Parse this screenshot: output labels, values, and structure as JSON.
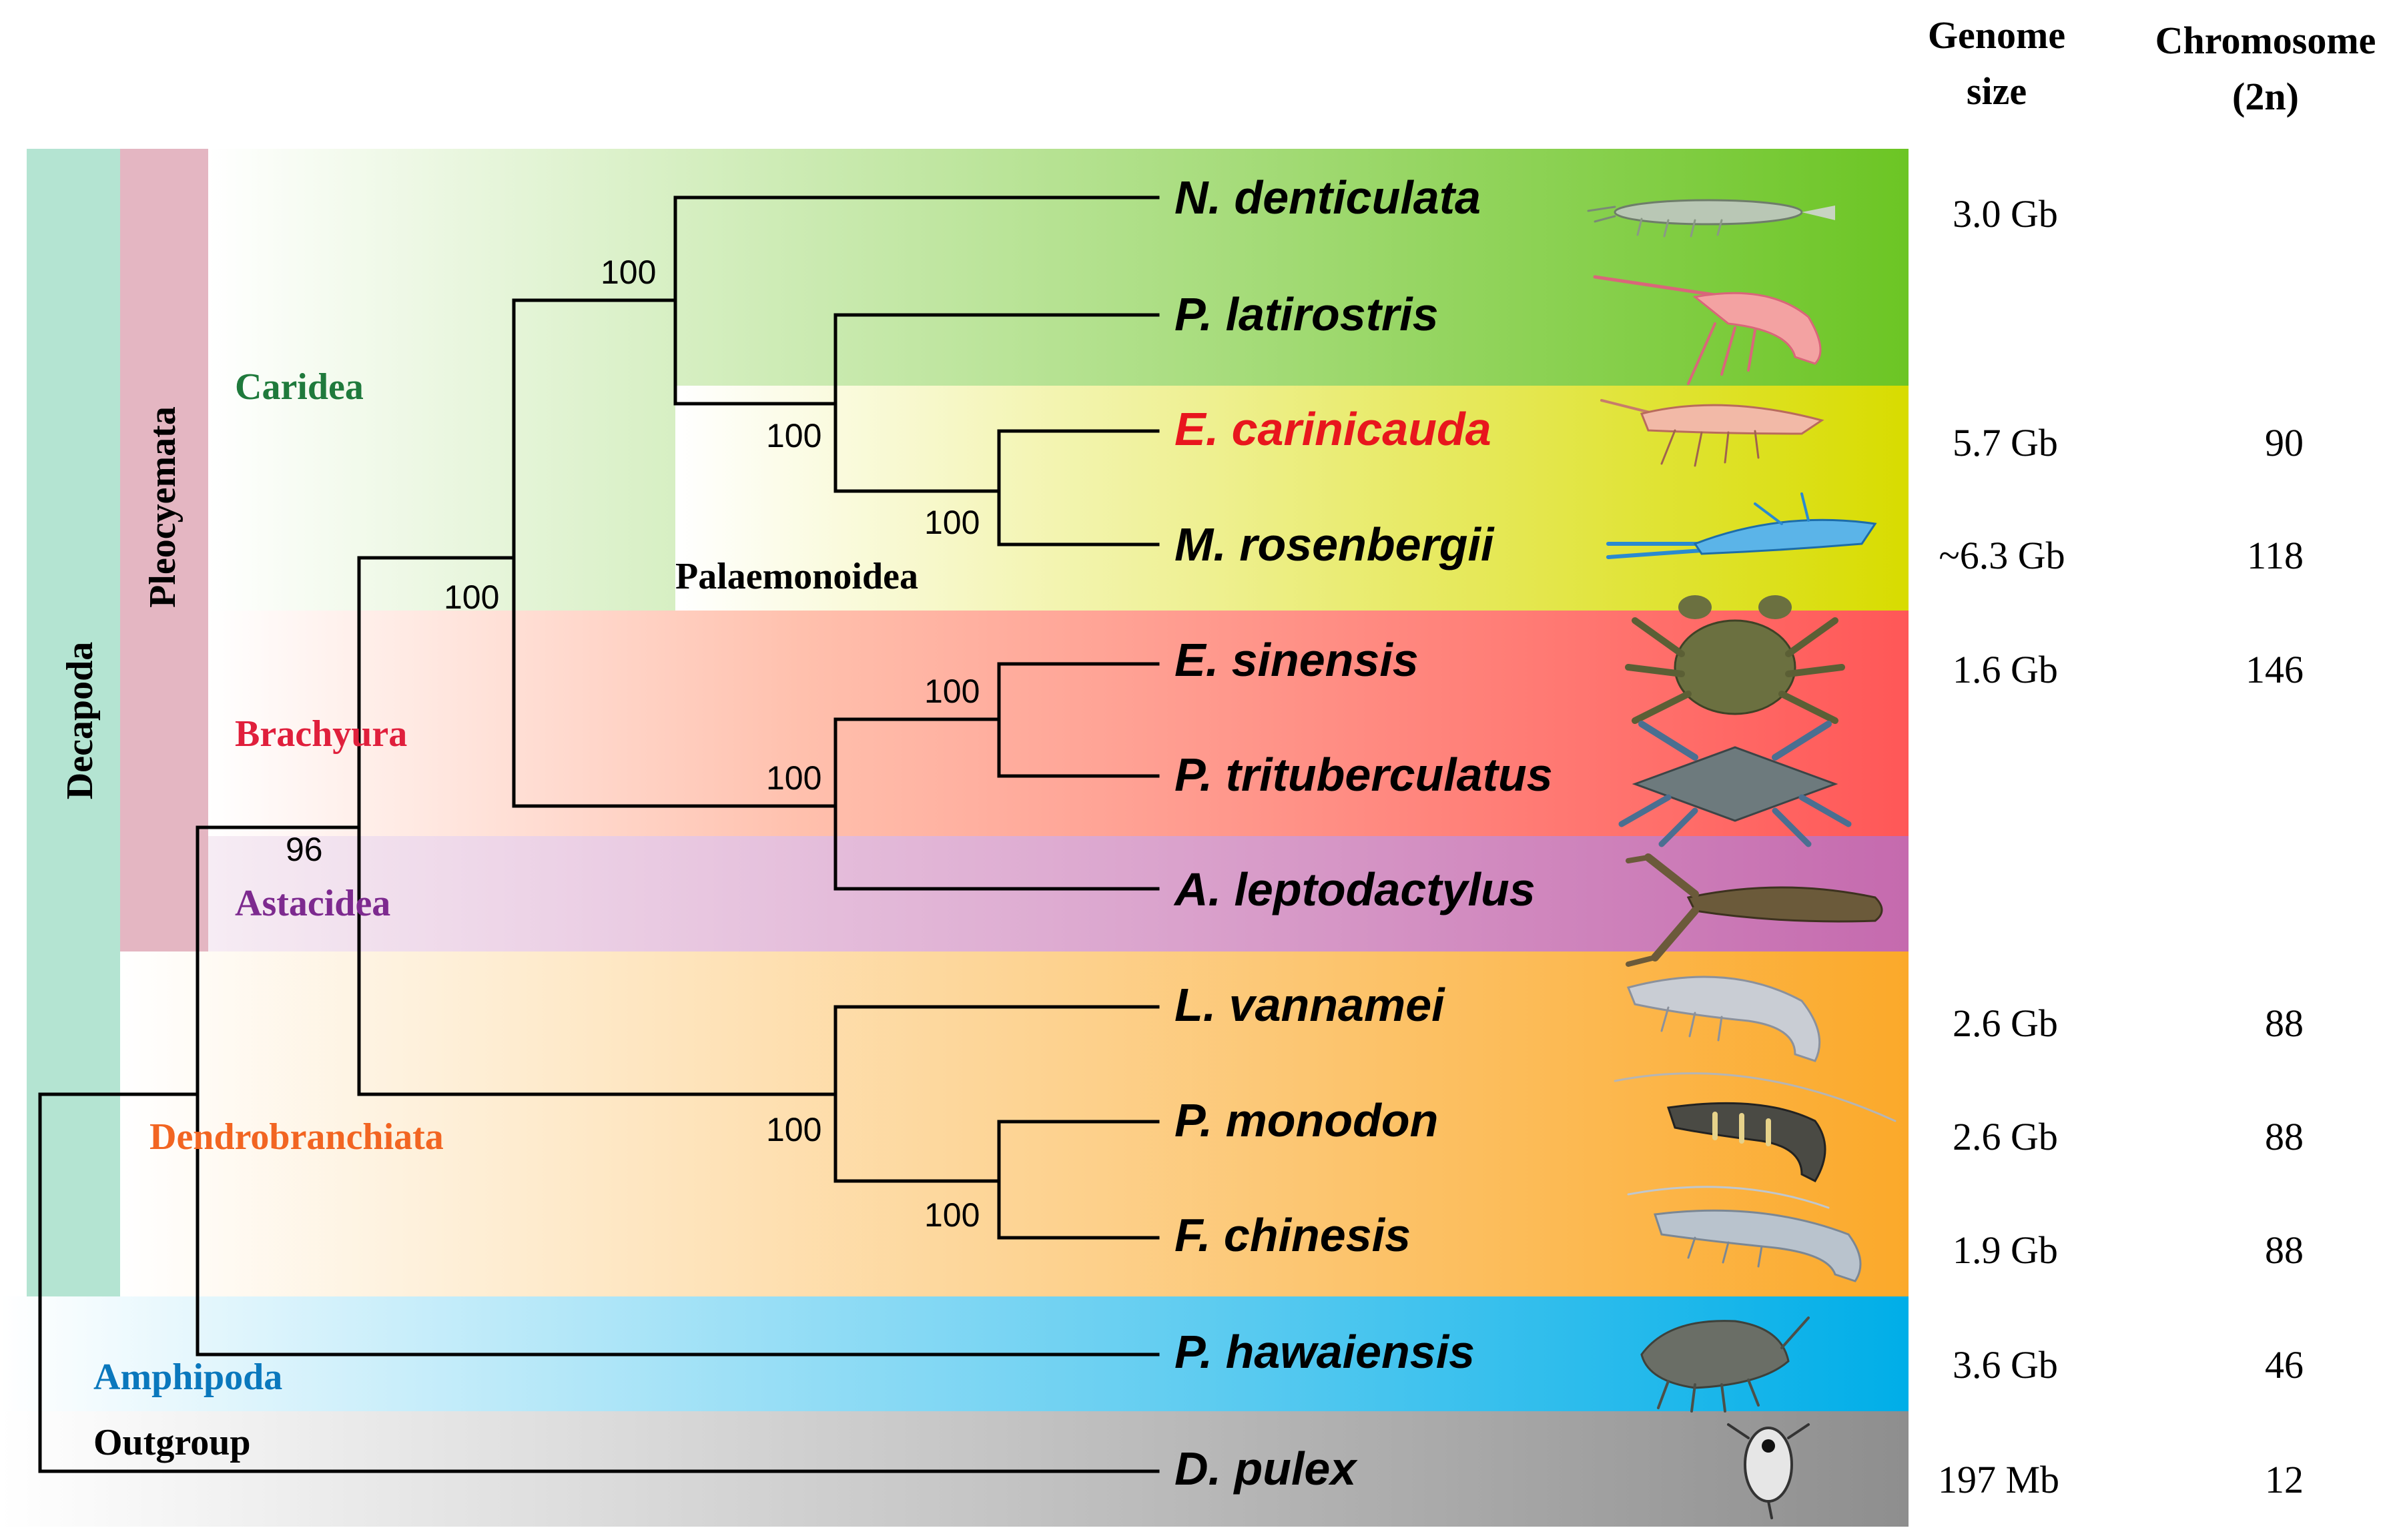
{
  "headers": {
    "genome_size": [
      "Genome",
      "size"
    ],
    "chromosome": [
      "Chromosome",
      "(2n)"
    ]
  },
  "clades": {
    "decapoda": "Decapoda",
    "pleocyemata": "Pleocyemata",
    "caridea": "Caridea",
    "palaemonoidea": "Palaemonoidea",
    "brachyura": "Brachyura",
    "astacidea": "Astacidea",
    "dendrobranchiata": "Dendrobranchiata",
    "amphipoda": "Amphipoda",
    "outgroup": "Outgroup"
  },
  "clade_colors": {
    "caridea": "#7ac943",
    "palaemonoidea": "#d9e021",
    "brachyura": "#ff5b5b",
    "astacidea": "#c86fb0",
    "dendrobranchiata": "#fbad2f",
    "amphipoda": "#00aee8",
    "outgroup": "#9d9d9d",
    "decapoda": "#b4e4d2",
    "pleocyemata": "#e4b6c2"
  },
  "species": [
    {
      "name": "N. denticulata",
      "genome": "3.0 Gb",
      "chromosome": "",
      "highlight": false,
      "icon": "shrimp-icon"
    },
    {
      "name": "P. latirostris",
      "genome": "",
      "chromosome": "",
      "highlight": false,
      "icon": "shrimp-icon"
    },
    {
      "name": "E. carinicauda",
      "genome": "5.7 Gb",
      "chromosome": "90",
      "highlight": true,
      "icon": "shrimp-icon"
    },
    {
      "name": "M. rosenbergii",
      "genome": "~6.3 Gb",
      "chromosome": "118",
      "highlight": false,
      "icon": "prawn-icon"
    },
    {
      "name": "E. sinensis",
      "genome": "1.6 Gb",
      "chromosome": "146",
      "highlight": false,
      "icon": "crab-icon"
    },
    {
      "name": "P. trituberculatus",
      "genome": "",
      "chromosome": "",
      "highlight": false,
      "icon": "crab-icon"
    },
    {
      "name": "A. leptodactylus",
      "genome": "",
      "chromosome": "",
      "highlight": false,
      "icon": "crayfish-icon"
    },
    {
      "name": "L. vannamei",
      "genome": "2.6 Gb",
      "chromosome": "88",
      "highlight": false,
      "icon": "shrimp-icon"
    },
    {
      "name": "P. monodon",
      "genome": "2.6 Gb",
      "chromosome": "88",
      "highlight": false,
      "icon": "shrimp-icon"
    },
    {
      "name": "F. chinesis",
      "genome": "1.9 Gb",
      "chromosome": "88",
      "highlight": false,
      "icon": "shrimp-icon"
    },
    {
      "name": "P. hawaiensis",
      "genome": "3.6 Gb",
      "chromosome": "46",
      "highlight": false,
      "icon": "amphipod-icon"
    },
    {
      "name": "D. pulex",
      "genome": "197 Mb",
      "chromosome": "12",
      "highlight": false,
      "icon": "daphnia-icon"
    }
  ],
  "bootstrap": {
    "caridea_node": "100",
    "palaemonoidea_node": "100",
    "palaemonidae_node": "100",
    "pleocyemata_core_node": "100",
    "decapoda_node": "96",
    "crab_node": "100",
    "reptantia_node": "100",
    "penaeid_node": "100",
    "penaeus_fenneropenaeus_node": "100"
  }
}
